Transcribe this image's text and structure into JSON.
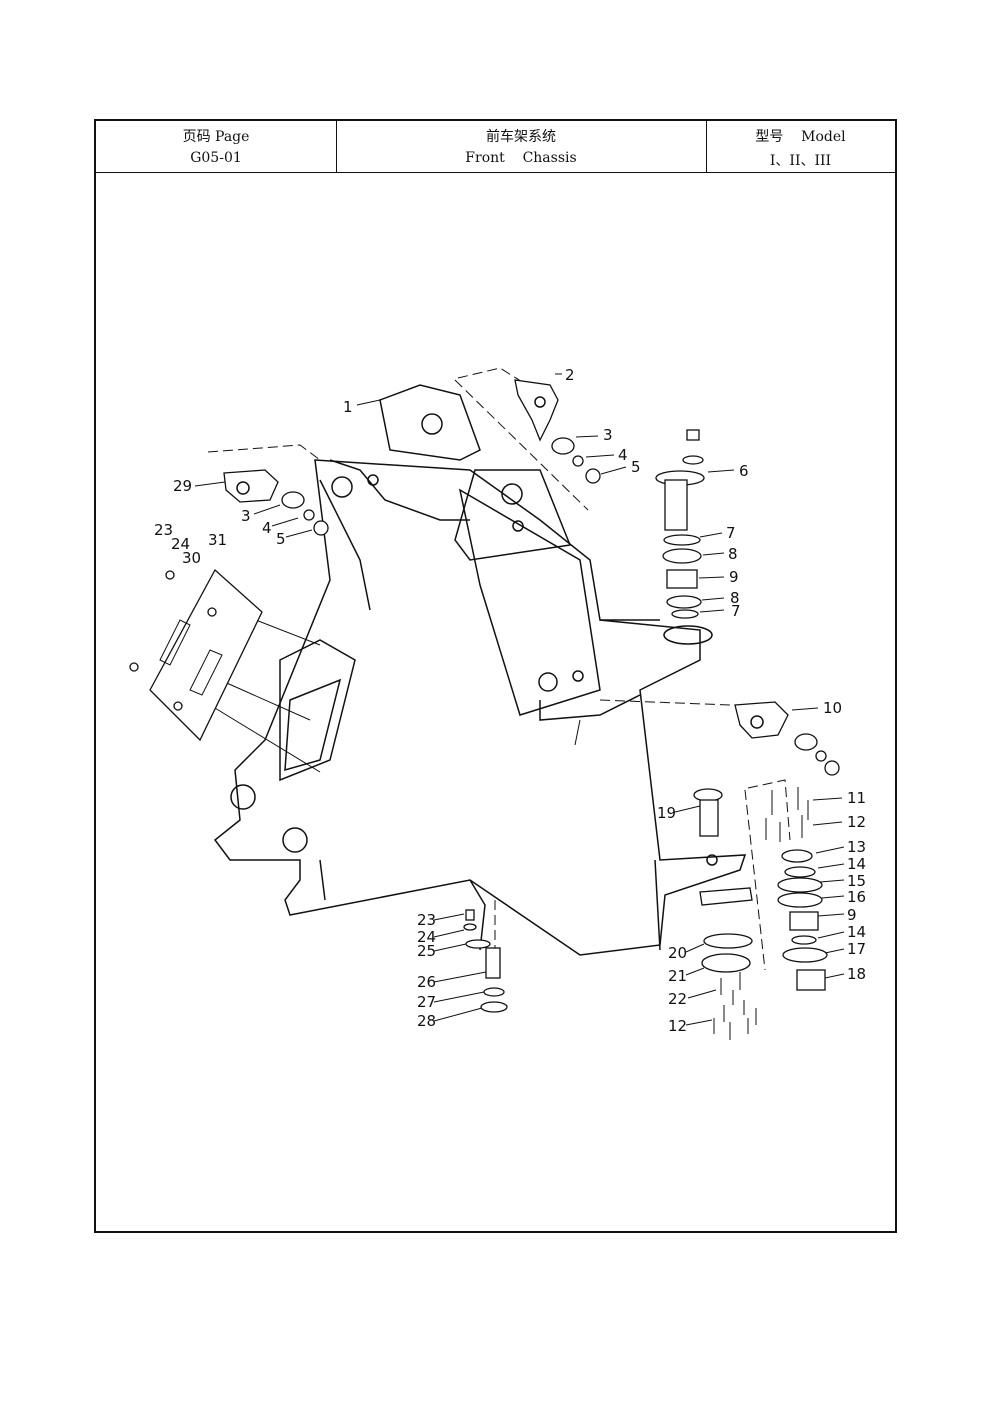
{
  "header": {
    "page_label": "页码 Page",
    "page_number": "G05-01",
    "system_cn": "前车架系统",
    "system_en": "Front    Chassis",
    "model_label": "型号    Model",
    "model_value": "I、II、III"
  },
  "callouts": [
    {
      "id": "c1",
      "label": "1"
    },
    {
      "id": "c2",
      "label": "2"
    },
    {
      "id": "c3a",
      "label": "3"
    },
    {
      "id": "c4a",
      "label": "4"
    },
    {
      "id": "c5a",
      "label": "5"
    },
    {
      "id": "c6",
      "label": "6"
    },
    {
      "id": "c7a",
      "label": "7"
    },
    {
      "id": "c8a",
      "label": "8"
    },
    {
      "id": "c9a",
      "label": "9"
    },
    {
      "id": "c8b",
      "label": "8"
    },
    {
      "id": "c7b",
      "label": "7"
    },
    {
      "id": "c29",
      "label": "29"
    },
    {
      "id": "c3b",
      "label": "3"
    },
    {
      "id": "c4b",
      "label": "4"
    },
    {
      "id": "c5b",
      "label": "5"
    },
    {
      "id": "c23a",
      "label": "23"
    },
    {
      "id": "c24a",
      "label": "24"
    },
    {
      "id": "c30",
      "label": "30"
    },
    {
      "id": "c31",
      "label": "31"
    },
    {
      "id": "c10",
      "label": "10"
    },
    {
      "id": "c11",
      "label": "11"
    },
    {
      "id": "c12a",
      "label": "12"
    },
    {
      "id": "c19",
      "label": "19"
    },
    {
      "id": "c13",
      "label": "13"
    },
    {
      "id": "c14a",
      "label": "14"
    },
    {
      "id": "c15",
      "label": "15"
    },
    {
      "id": "c16",
      "label": "16"
    },
    {
      "id": "c9b",
      "label": "9"
    },
    {
      "id": "c14b",
      "label": "14"
    },
    {
      "id": "c17",
      "label": "17"
    },
    {
      "id": "c18",
      "label": "18"
    },
    {
      "id": "c20",
      "label": "20"
    },
    {
      "id": "c21",
      "label": "21"
    },
    {
      "id": "c22",
      "label": "22"
    },
    {
      "id": "c12b",
      "label": "12"
    },
    {
      "id": "c23b",
      "label": "23"
    },
    {
      "id": "c24b",
      "label": "24"
    },
    {
      "id": "c25",
      "label": "25"
    },
    {
      "id": "c26",
      "label": "26"
    },
    {
      "id": "c27",
      "label": "27"
    },
    {
      "id": "c28",
      "label": "28"
    }
  ]
}
